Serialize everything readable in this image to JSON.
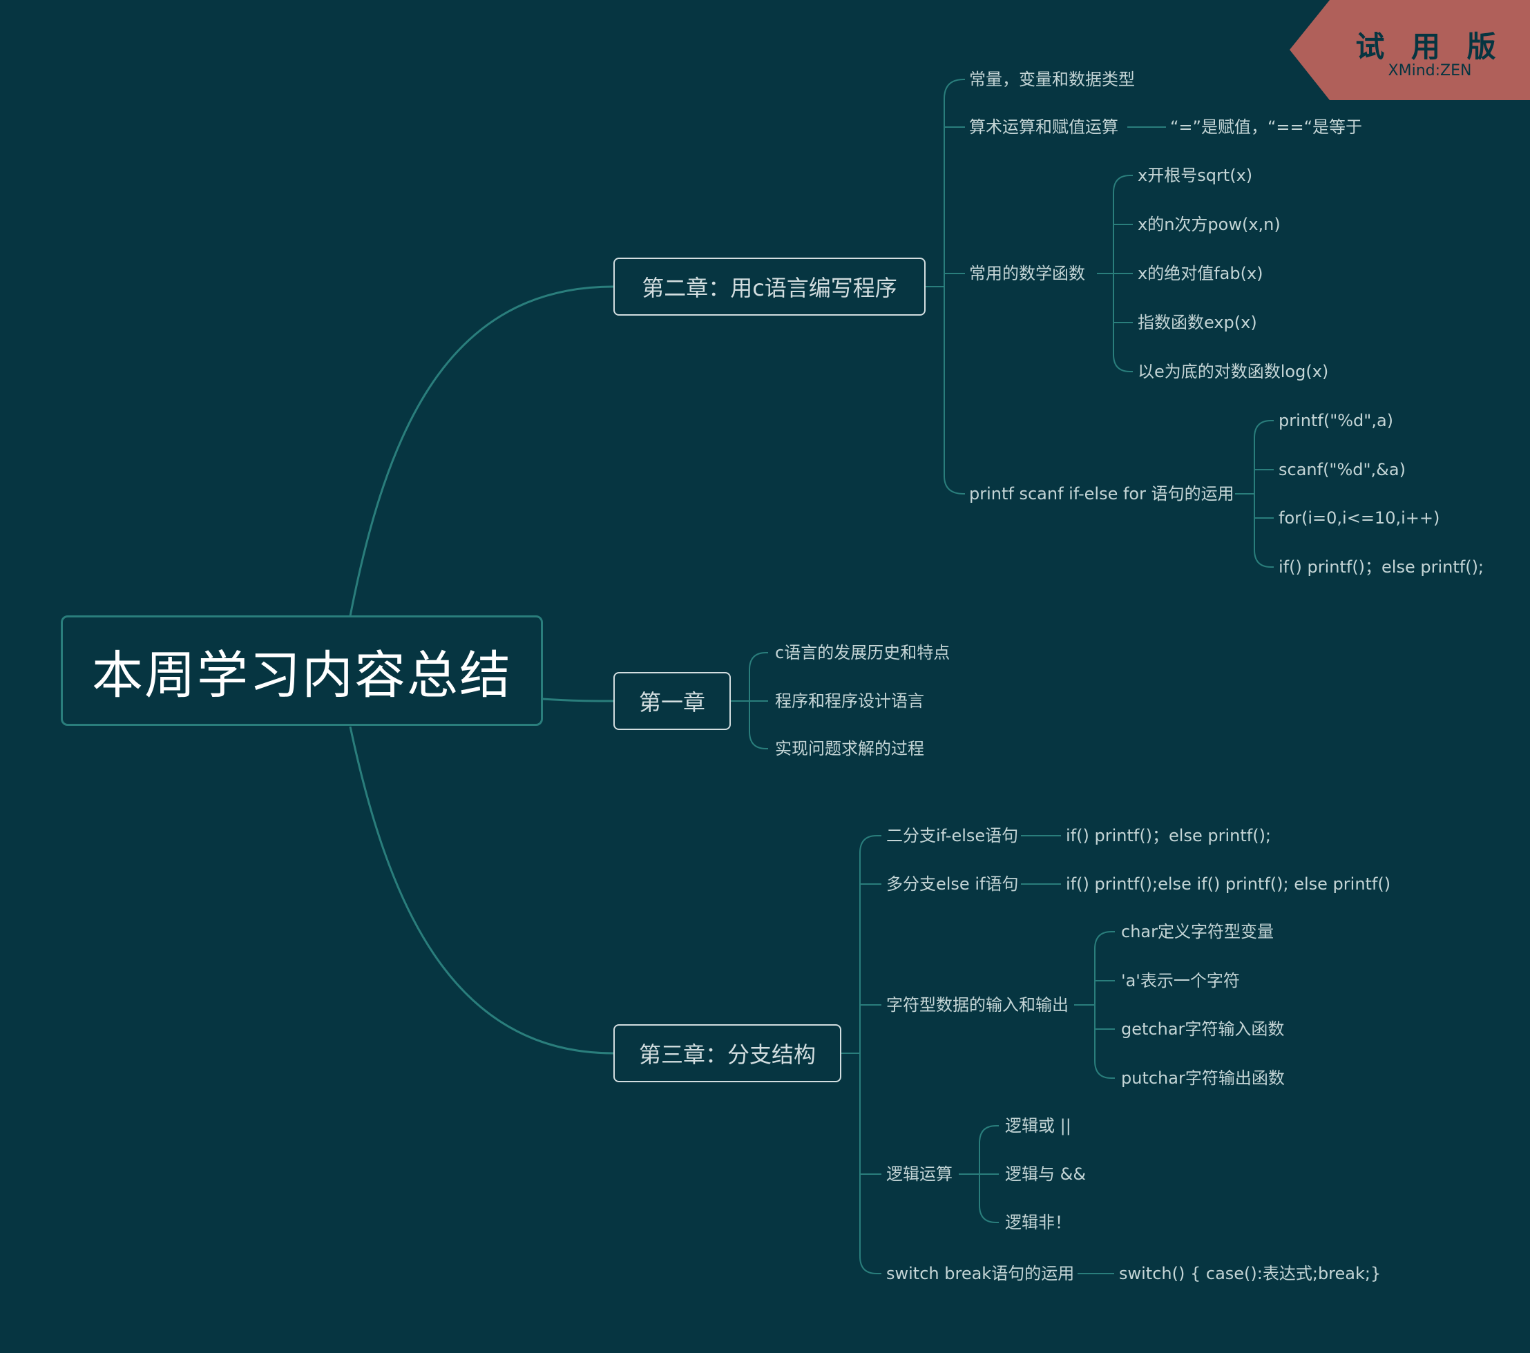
{
  "root": "本周学习内容总结",
  "watermark": {
    "title": "试 用 版",
    "subtitle": "XMind:ZEN"
  },
  "ch2": {
    "label": "第二章：用c语言编写程序",
    "constants": "常量，变量和数据类型",
    "arith": "算术运算和赋值运算",
    "arith_note": "“=”是赋值，“==“是等于",
    "math": "常用的数学函数",
    "math_items": [
      "x开根号sqrt(x)",
      "x的n次方pow(x,n)",
      "x的绝对值fab(x)",
      "指数函数exp(x)",
      "以e为底的对数函数log(x)"
    ],
    "io": "printf  scanf  if-else  for 语句的运用",
    "io_items": [
      "printf(\"%d\",a)",
      "scanf(\"%d\",&a)",
      "for(i=0,i<=10,i++)",
      "if() printf()；else printf();"
    ]
  },
  "ch1": {
    "label": "第一章",
    "items": [
      "c语言的发展历史和特点",
      "程序和程序设计语言",
      "实现问题求解的过程"
    ]
  },
  "ch3": {
    "label": "第三章：分支结构",
    "ifelse": "二分支if-else语句",
    "ifelse_note": "if() printf()；else printf();",
    "elseif": "多分支else if语句",
    "elseif_note": "if() printf();else if() printf(); else printf()",
    "chario": "字符型数据的输入和输出",
    "chario_items": [
      "char定义字符型变量",
      "'a'表示一个字符",
      "getchar字符输入函数",
      "putchar字符输出函数"
    ],
    "logic": "逻辑运算",
    "logic_items": [
      "逻辑或 ||",
      "逻辑与 &&",
      "逻辑非！"
    ],
    "switch": "switch  break语句的运用",
    "switch_note": "switch()  { case():表达式;break;}"
  },
  "colors": {
    "background": "#063541",
    "connector": "#2a7e7c",
    "badge": "#b0605a",
    "text": "#c4d5d6"
  }
}
